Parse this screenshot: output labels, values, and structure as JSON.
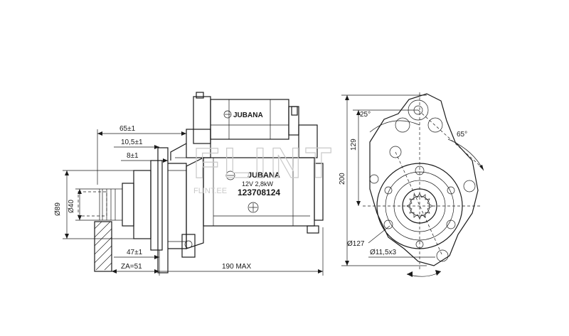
{
  "brand": {
    "name_top": "JUBANA",
    "name_label": "JUBANA",
    "rating": "12V 2,8kW",
    "part_number": "123708124"
  },
  "watermark": {
    "text": "FLINT",
    "url": "FLINT.EE"
  },
  "dimensions": {
    "d65": "65±1",
    "d105": "10,5±1",
    "d8": "8±1",
    "d47": "47±1",
    "za": "ZA=51",
    "max_length": "190 MAX",
    "dia89": "Ø89",
    "dia40": "Ø40",
    "h200": "200",
    "h129": "129",
    "angle25": "25°",
    "angle65": "65°",
    "dia127": "Ø127",
    "holes": "Ø11,5x3"
  }
}
